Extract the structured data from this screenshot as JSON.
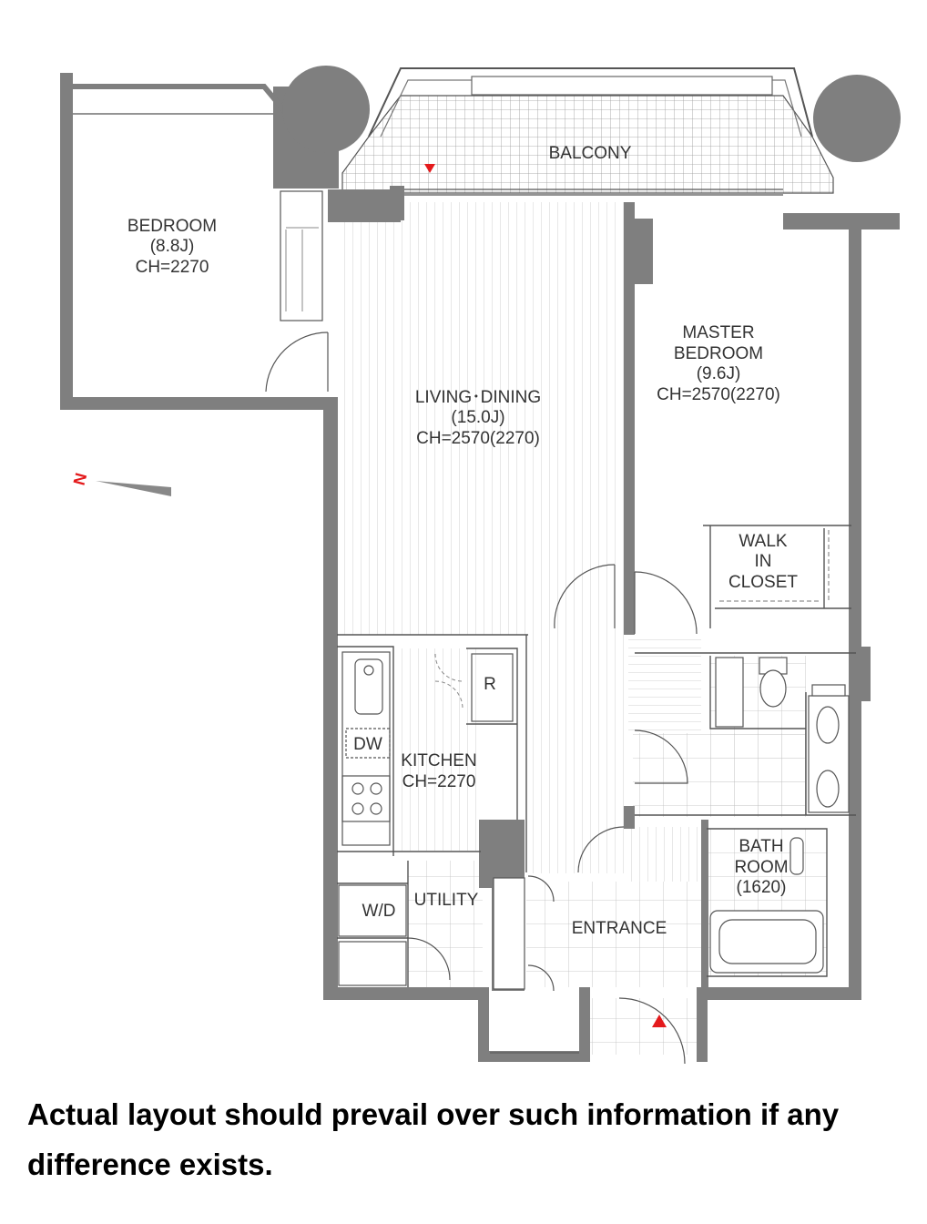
{
  "rooms": {
    "bedroom": {
      "name": "BEDROOM",
      "size": "(8.8J)",
      "ceiling": "CH=2270"
    },
    "living_dining": {
      "name": "LIVING･DINING",
      "size": "(15.0J)",
      "ceiling": "CH=2570(2270)"
    },
    "master_bedroom": {
      "name_line1": "MASTER",
      "name_line2": "BEDROOM",
      "size": "(9.6J)",
      "ceiling": "CH=2570(2270)"
    },
    "walk_in_closet": {
      "line1": "WALK",
      "line2": "IN",
      "line3": "CLOSET"
    },
    "kitchen": {
      "name": "KITCHEN",
      "ceiling": "CH=2270"
    },
    "balcony": {
      "name": "BALCONY"
    },
    "utility": {
      "name": "UTILITY"
    },
    "entrance": {
      "name": "ENTRANCE"
    },
    "bathroom": {
      "line1": "BATH",
      "line2": "ROOM",
      "size": "(1620)"
    }
  },
  "fixtures": {
    "refrigerator": "R",
    "dishwasher": "DW",
    "washer_dryer": "W/D"
  },
  "compass": {
    "letter": "N"
  },
  "colors": {
    "wall": "#7f7f7f",
    "marker": "#e41a1c",
    "compass_letter": "#e41a1c"
  },
  "disclaimer": "Actual layout should prevail over such information if any difference exists."
}
